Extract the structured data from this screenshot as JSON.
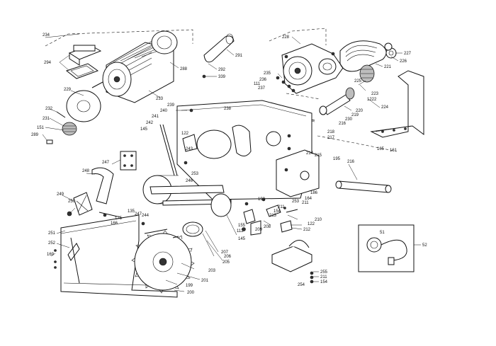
{
  "labels": {
    "l234": "234",
    "l294": "294",
    "l229": "229",
    "l232": "232",
    "l231": "231",
    "l151": "151",
    "l289": "289",
    "l288": "288",
    "l233": "233",
    "l291": "291",
    "l292": "292",
    "l339": "339",
    "l228": "228",
    "l235": "235",
    "l236": "236",
    "l1111": "111",
    "l237": "237",
    "l227": "227",
    "l226": "226",
    "l221": "221",
    "l225": "225",
    "l223": "223",
    "l1222": "1222",
    "l224": "224",
    "l220": "220",
    "l219": "219",
    "l230": "230",
    "l218": "218",
    "l217": "217",
    "l216t": "216",
    "l239": "239",
    "l240": "240",
    "l241": "241",
    "l242": "242",
    "l145a": "145",
    "l122a": "122",
    "l243": "243",
    "l165": "165",
    "l161": "161",
    "l214": "214",
    "l215": "215",
    "l195": "195",
    "l216b": "216",
    "l247": "247",
    "l248": "248",
    "l253a": "253",
    "l246": "246",
    "l249": "249",
    "l250": "250",
    "l135": "135",
    "l247b": "247",
    "l244": "244",
    "l175": "175",
    "l166": "166",
    "l251": "251",
    "l252": "252",
    "l169": "169",
    "l155": "155",
    "l145b": "145",
    "l112": "112",
    "l207": "207",
    "l206": "206",
    "l205": "205",
    "l203": "203",
    "l201": "201",
    "l199": "199",
    "l200": "200",
    "l208": "208",
    "l209": "209",
    "l210": "210",
    "l212": "212",
    "l213": "213",
    "l122b": "122",
    "l211": "211",
    "l154": "154",
    "l253b": "253",
    "l186": "186",
    "l164": "164",
    "l211b": "211",
    "l193": "193",
    "l238": "238",
    "l51": "51",
    "l52": "52",
    "l255": "255",
    "l211c": "211",
    "l154b": "154",
    "l254": "254"
  }
}
